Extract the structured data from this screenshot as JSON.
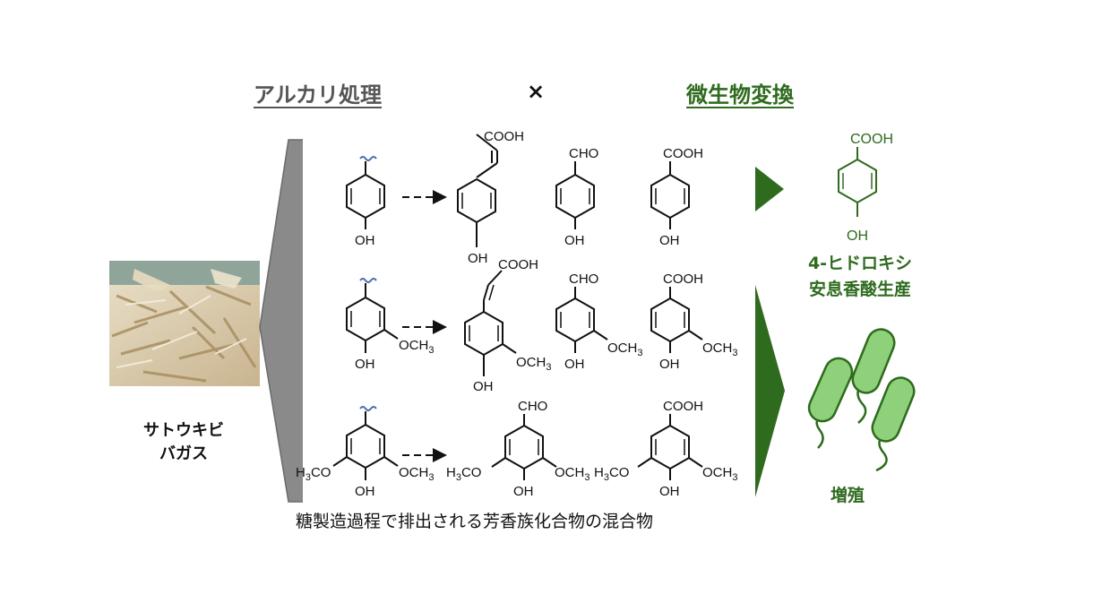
{
  "headers": {
    "left": "アルカリ処理",
    "cross": "×",
    "right": "微生物変換"
  },
  "bagasse": {
    "line1": "サトウキビ",
    "line2": "バガス"
  },
  "product": {
    "line1": "4-ヒドロキシ",
    "line2": "安息香酸生産"
  },
  "growth": "増殖",
  "caption": "糖製造過程で排出される芳香族化合物の混合物",
  "groups": {
    "cooh": "COOH",
    "cho": "CHO",
    "oh": "OH",
    "och3": "OCH",
    "h3co": "H",
    "sub3": "3",
    "co": "CO"
  },
  "colors": {
    "accent_green": "#2e6b1e",
    "gray_header": "#555555",
    "bracket_gray": "#8a8a8a"
  }
}
